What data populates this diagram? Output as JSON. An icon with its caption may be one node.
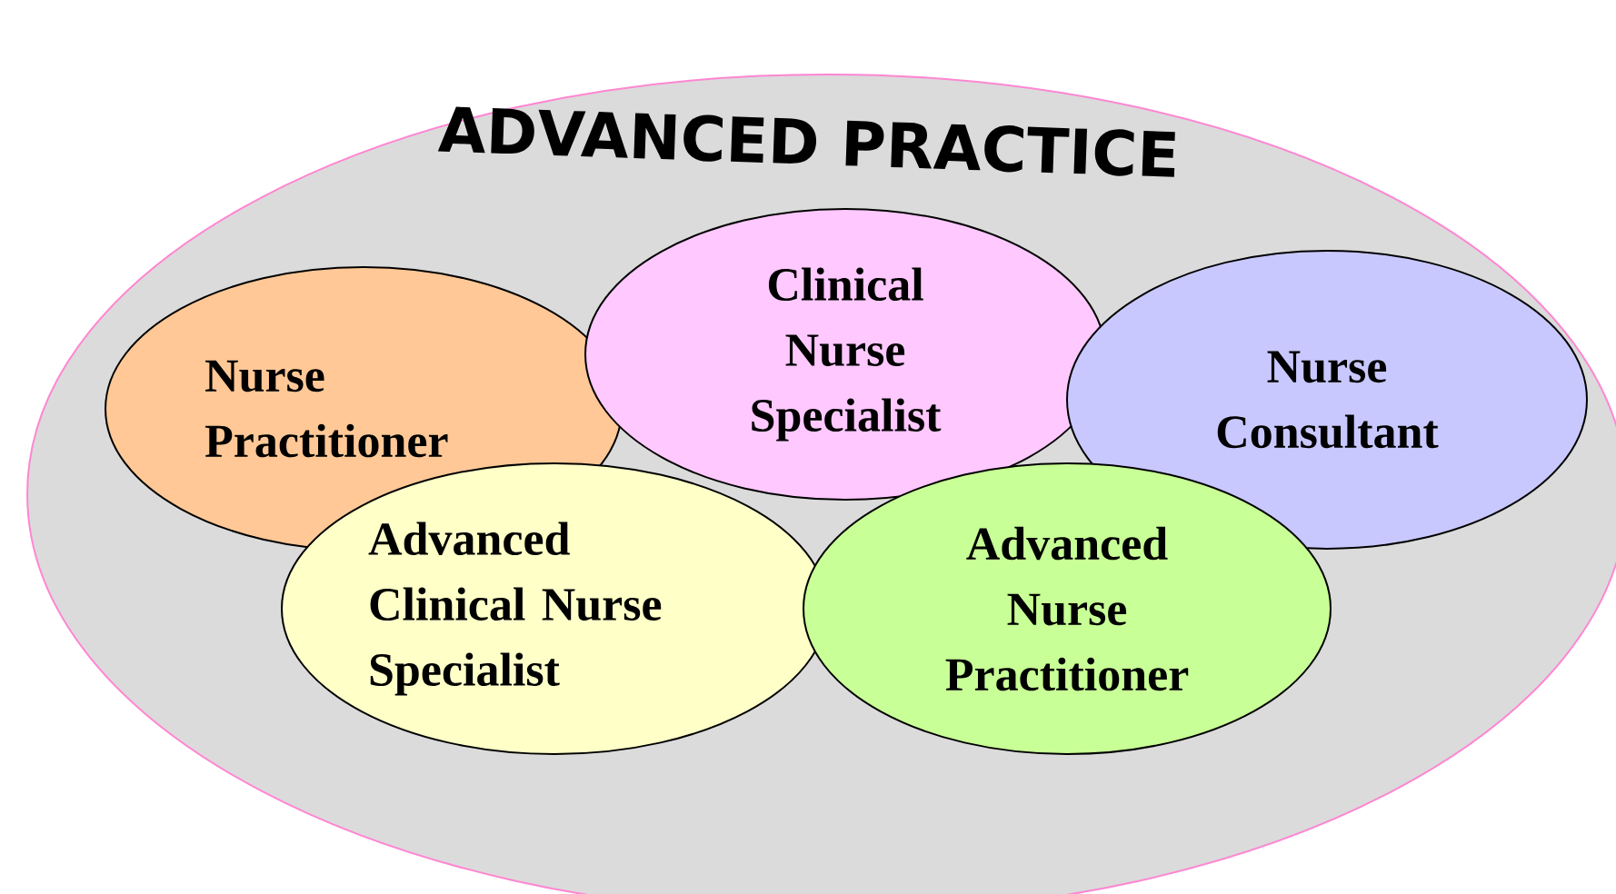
{
  "diagram": {
    "nodes": [
      {
        "text": [
          "ADVANCED PRACTICE"
        ]
      },
      {
        "text": [
          "Nurse Practitioner"
        ],
        "in": 0
      },
      {
        "text": [
          "Clinical Nurse Specialist"
        ],
        "in": 0
      },
      {
        "text": [
          "Nurse Consultant"
        ],
        "in": 0
      },
      {
        "text": [
          "Advanced Clinical Nurse Specialist"
        ],
        "in": 0
      },
      {
        "text": [
          "Advanced Nurse Practitioner"
        ],
        "in": 0
      }
    ]
  }
}
